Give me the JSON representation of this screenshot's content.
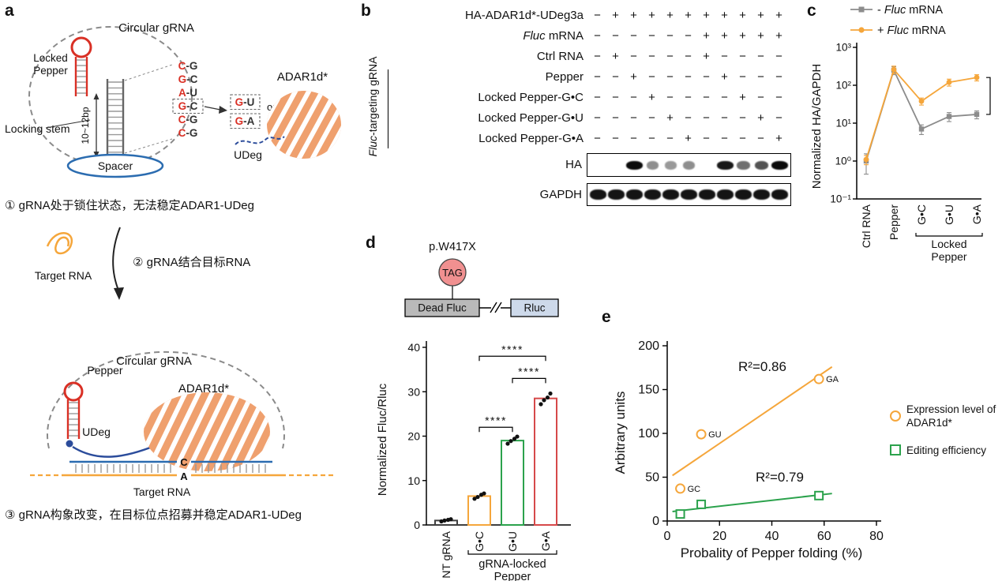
{
  "panels": {
    "a": {
      "label": "a",
      "colors": {
        "pepper_red": "#D93025",
        "grna_blue": "#2B6CB0",
        "udeg_blue": "#2B4C9B",
        "adar_orange": "#EFA06E",
        "target_orange": "#F5A63B"
      },
      "top": {
        "circular_grna": "Circular gRNA",
        "locked_pepper_line1": "Locked",
        "locked_pepper_line2": "Pepper",
        "locking_stem": "Locking stem",
        "stem_length": "10~12bp",
        "spacer": "Spacer",
        "base_pairs": [
          "C-G",
          "G-C",
          "A-U",
          "G-C",
          "C-G",
          "C-G"
        ],
        "boxed_pair_index": 3,
        "mutations": [
          "G-U",
          "G-A"
        ],
        "or_label": "or",
        "adar_label": "ADAR1d*",
        "udeg_label": "UDeg"
      },
      "step1": "① gRNA处于锁住状态，无法稳定ADAR1-UDeg",
      "target_rna_label": "Target RNA",
      "step2": "② gRNA结合目标RNA",
      "bottom": {
        "circular_grna": "Circular gRNA",
        "pepper": "Pepper",
        "adar_label": "ADAR1d*",
        "udeg_label": "UDeg",
        "edited_c": "C",
        "target_a": "A",
        "target_rna_label": "Target RNA"
      },
      "step3": "③ gRNA构象改变，在目标位点招募并稳定ADAR1-UDeg"
    },
    "b": {
      "label": "b",
      "rows": [
        {
          "parts": [
            {
              "t": "HA-ADAR1d*-UDeg3a"
            }
          ],
          "values": [
            "−",
            "+",
            "+",
            "+",
            "+",
            "+",
            "+",
            "+",
            "+",
            "+",
            "+"
          ]
        },
        {
          "parts": [
            {
              "t": "Fluc",
              "i": true
            },
            {
              "t": " mRNA"
            }
          ],
          "values": [
            "−",
            "−",
            "−",
            "−",
            "−",
            "−",
            "+",
            "+",
            "+",
            "+",
            "+"
          ]
        },
        {
          "parts": [
            {
              "t": "Ctrl RNA"
            }
          ],
          "values": [
            "−",
            "+",
            "−",
            "−",
            "−",
            "−",
            "+",
            "−",
            "−",
            "−",
            "−"
          ]
        },
        {
          "parts": [
            {
              "t": "Pepper"
            }
          ],
          "values": [
            "−",
            "−",
            "+",
            "−",
            "−",
            "−",
            "−",
            "+",
            "−",
            "−",
            "−"
          ]
        },
        {
          "parts": [
            {
              "t": "Locked Pepper-G•C"
            }
          ],
          "values": [
            "−",
            "−",
            "−",
            "+",
            "−",
            "−",
            "−",
            "−",
            "+",
            "−",
            "−"
          ]
        },
        {
          "parts": [
            {
              "t": "Locked Pepper-G•U"
            }
          ],
          "values": [
            "−",
            "−",
            "−",
            "−",
            "+",
            "−",
            "−",
            "−",
            "−",
            "+",
            "−"
          ]
        },
        {
          "parts": [
            {
              "t": "Locked Pepper-G•A"
            }
          ],
          "values": [
            "−",
            "−",
            "−",
            "−",
            "−",
            "+",
            "−",
            "−",
            "−",
            "−",
            "+"
          ]
        }
      ],
      "bracket": [
        {
          "t": "Fluc",
          "i": true
        },
        {
          "t": "-targeting gRNA"
        }
      ],
      "blots": [
        {
          "name": "HA",
          "bands": [
            0,
            0,
            1,
            0.28,
            0.22,
            0.28,
            0,
            0.92,
            0.45,
            0.6,
            1
          ]
        },
        {
          "name": "GAPDH",
          "bands": [
            0.95,
            0.95,
            0.95,
            0.95,
            0.95,
            0.95,
            0.95,
            0.95,
            0.95,
            0.95,
            0.95
          ]
        }
      ]
    },
    "c": {
      "label": "c",
      "ylabel": "Normalized HA/GAPDH",
      "legend": [
        {
          "prefix": "- ",
          "italic": "Fluc",
          "suffix": " mRNA",
          "color": "#8C8C8C",
          "marker": "square"
        },
        {
          "prefix": "+ ",
          "italic": "Fluc",
          "suffix": " mRNA",
          "color": "#F5A63B",
          "marker": "circle"
        }
      ]
    },
    "d": {
      "label": "d",
      "schematic": {
        "mutation": "p.W417X",
        "codon": "TAG",
        "box1": "Dead Fluc",
        "box2": "Rluc"
      },
      "ylabel": "Normalized Fluc/Rluc"
    },
    "e": {
      "label": "e",
      "ylabel": "Arbitrary units",
      "xlabel": "Probality of Pepper folding (%)",
      "legend": [
        {
          "label1": "Expression level of",
          "label2": "ADAR1d*",
          "marker": "circle",
          "color": "#F5A63B"
        },
        {
          "label1": "Editing efficiency",
          "label2": "",
          "marker": "square",
          "color": "#2BA24C"
        }
      ]
    }
  },
  "chart_data": [
    {
      "id": "c",
      "type": "line",
      "categories": [
        "Ctrl RNA",
        "Pepper",
        "G•C",
        "G•U",
        "G•A"
      ],
      "yscale": "log",
      "ylim": [
        0.1,
        1000
      ],
      "ytick_values": [
        1000,
        100,
        10,
        1,
        0.1
      ],
      "ytick_labels": [
        "10³",
        "10²",
        "10¹",
        "10⁰",
        "10⁻¹"
      ],
      "ylabel": "Normalized HA/GAPDH",
      "series": [
        {
          "name": "- Fluc mRNA",
          "color": "#8C8C8C",
          "marker": "square",
          "values": [
            1,
            250,
            7,
            15,
            17
          ],
          "err": [
            0.55,
            60,
            2,
            4,
            4
          ]
        },
        {
          "name": "+ Fluc mRNA",
          "color": "#F5A63B",
          "marker": "circle",
          "values": [
            1.1,
            260,
            38,
            120,
            160
          ],
          "err": [
            0.3,
            60,
            8,
            25,
            30
          ]
        }
      ],
      "sig": "****",
      "group_label_line1": "Locked",
      "group_label_line2": "Pepper",
      "group_span": [
        "G•C",
        "G•A"
      ]
    },
    {
      "id": "d",
      "type": "bar",
      "categories": [
        "NT gRNA",
        "G•C",
        "G•U",
        "G•A"
      ],
      "values": [
        1,
        6.5,
        19,
        28.5
      ],
      "dots": [
        [
          0.8,
          1,
          1.15,
          1.3
        ],
        [
          5.9,
          6.3,
          6.8,
          7.1
        ],
        [
          18.3,
          18.9,
          19.4,
          19.9
        ],
        [
          27.2,
          28.1,
          28.7,
          29.6
        ]
      ],
      "colors": [
        "#404040",
        "#F5A63B",
        "#2BA24C",
        "#D6494A"
      ],
      "ylim": [
        0,
        40
      ],
      "yticks": [
        0,
        10,
        20,
        30,
        40
      ],
      "ylabel": "Normalized Fluc/Rluc",
      "sig": "****",
      "sig_pairs": [
        {
          "a": 1,
          "b": 2,
          "h": 22
        },
        {
          "a": 2,
          "b": 3,
          "h": 33
        },
        {
          "a": 1,
          "b": 3,
          "h": 38
        }
      ],
      "group_label_line1": "gRNA-locked",
      "group_label_line2": "Pepper",
      "group_span": [
        "G•C",
        "G•A"
      ]
    },
    {
      "id": "e",
      "type": "scatter",
      "xlabel": "Probality of Pepper folding (%)",
      "ylabel": "Arbitrary units",
      "xlim": [
        0,
        80
      ],
      "ylim": [
        0,
        200
      ],
      "xticks": [
        0,
        20,
        40,
        60,
        80
      ],
      "yticks": [
        0,
        50,
        100,
        150,
        200
      ],
      "series": [
        {
          "name": "Expression level of ADAR1d*",
          "color": "#F5A63B",
          "marker": "circle",
          "r2_label": "R²=0.86",
          "r2_pos": [
            190,
            80
          ],
          "points": [
            {
              "x": 5,
              "y": 37,
              "label": "GC"
            },
            {
              "x": 13,
              "y": 99,
              "label": "GU"
            },
            {
              "x": 58,
              "y": 162,
              "label": "GA"
            }
          ]
        },
        {
          "name": "Editing efficiency",
          "color": "#2BA24C",
          "marker": "square",
          "r2_label": "R²=0.79",
          "r2_pos": [
            212,
            220
          ],
          "points": [
            {
              "x": 5,
              "y": 8
            },
            {
              "x": 13,
              "y": 19
            },
            {
              "x": 58,
              "y": 29
            }
          ]
        }
      ]
    }
  ]
}
